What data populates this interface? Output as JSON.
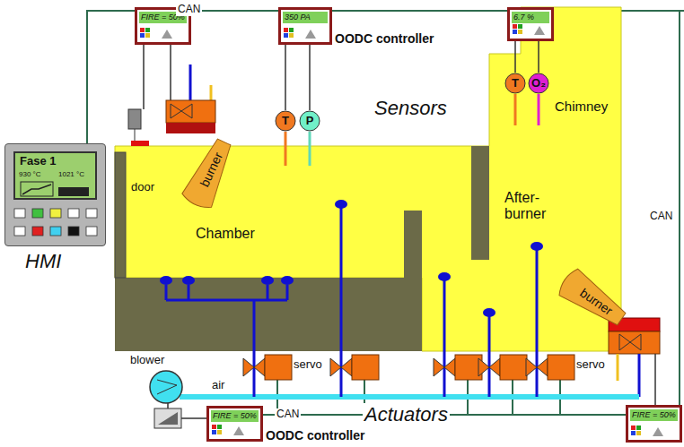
{
  "diagram": {
    "nodes": [
      {
        "text": [
          "HMI"
        ]
      },
      {
        "text": [
          "Fase 1",
          "930 °C",
          "1021 °C"
        ],
        "in": 0
      },
      {
        "text": [
          "FIRE = 50%"
        ]
      },
      {
        "text": [
          "350 PA",
          "OODC controller"
        ]
      },
      {
        "text": [
          "6.7 %"
        ]
      },
      {
        "text": [
          "T"
        ]
      },
      {
        "text": [
          "P"
        ]
      },
      {
        "text": [
          "T"
        ]
      },
      {
        "text": [
          "O₂"
        ]
      },
      {
        "text": [
          "burner"
        ]
      },
      {
        "text": [
          "burner"
        ]
      },
      {
        "text": [
          "FIRE = 50%",
          "OODC controller"
        ]
      },
      {
        "text": [
          "FIRE = 50%"
        ]
      }
    ],
    "edges": [
      {
        "from": 3,
        "to": 5,
        "arrow": "none"
      },
      {
        "from": 3,
        "to": 6,
        "arrow": "none"
      },
      {
        "from": 4,
        "to": 7,
        "arrow": "none"
      },
      {
        "from": 4,
        "to": 8,
        "arrow": "none"
      }
    ],
    "labels": [
      "CAN",
      "CAN",
      "CAN",
      "Sensors",
      "Actuators",
      "Chamber",
      "After-burner",
      "Chimney",
      "door",
      "servo",
      "servo",
      "blower",
      "air"
    ]
  }
}
